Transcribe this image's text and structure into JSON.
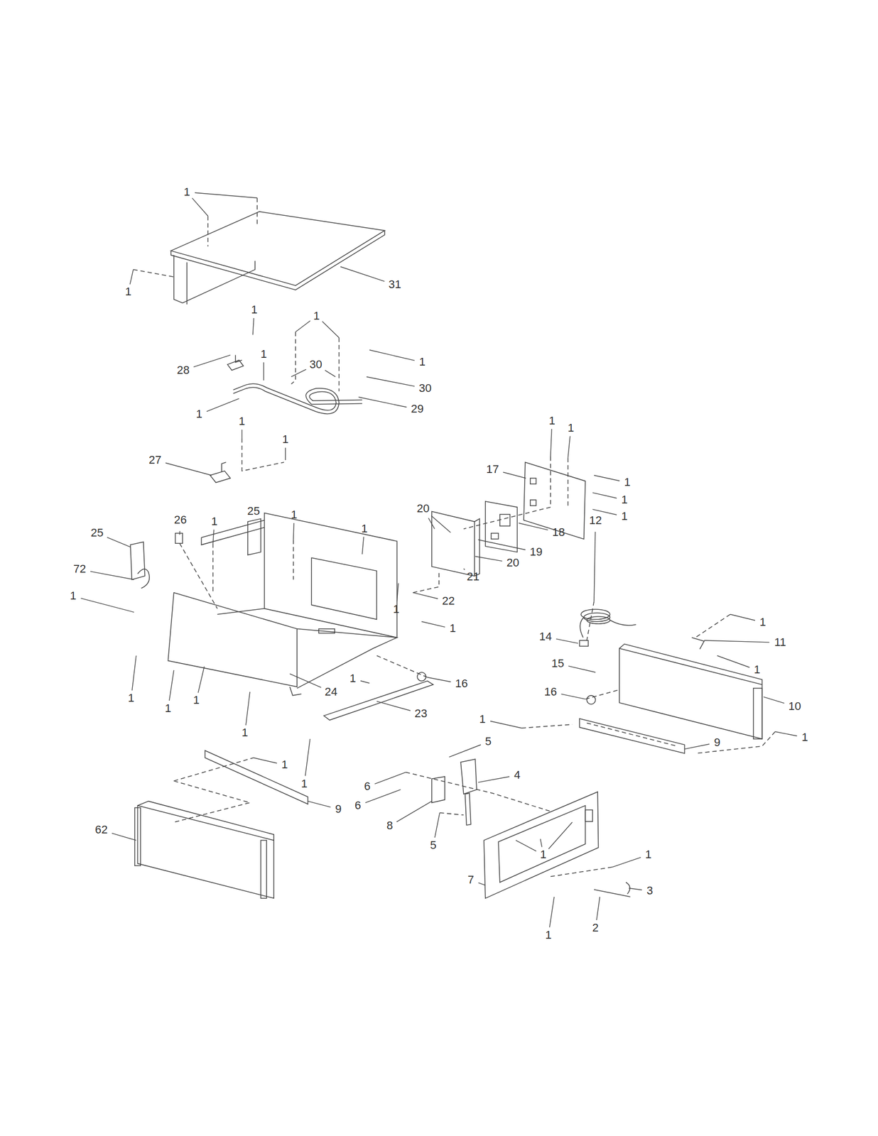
{
  "diagram": {
    "labels": [
      "1",
      "1",
      "31",
      "1",
      "1",
      "28",
      "30",
      "1",
      "1",
      "30",
      "1",
      "29",
      "1",
      "1",
      "27",
      "17",
      "1",
      "1",
      "1",
      "1",
      "1",
      "20",
      "18",
      "19",
      "20",
      "21",
      "22",
      "12",
      "25",
      "26",
      "1",
      "25",
      "1",
      "1",
      "72",
      "1",
      "1",
      "1",
      "1",
      "14",
      "11",
      "15",
      "1",
      "16",
      "10",
      "1",
      "16",
      "24",
      "1",
      "1",
      "1",
      "23",
      "1",
      "1",
      "1",
      "9",
      "5",
      "1",
      "1",
      "9",
      "6",
      "6",
      "4",
      "8",
      "62",
      "5",
      "1",
      "1",
      "3",
      "7",
      "2",
      "1"
    ]
  }
}
